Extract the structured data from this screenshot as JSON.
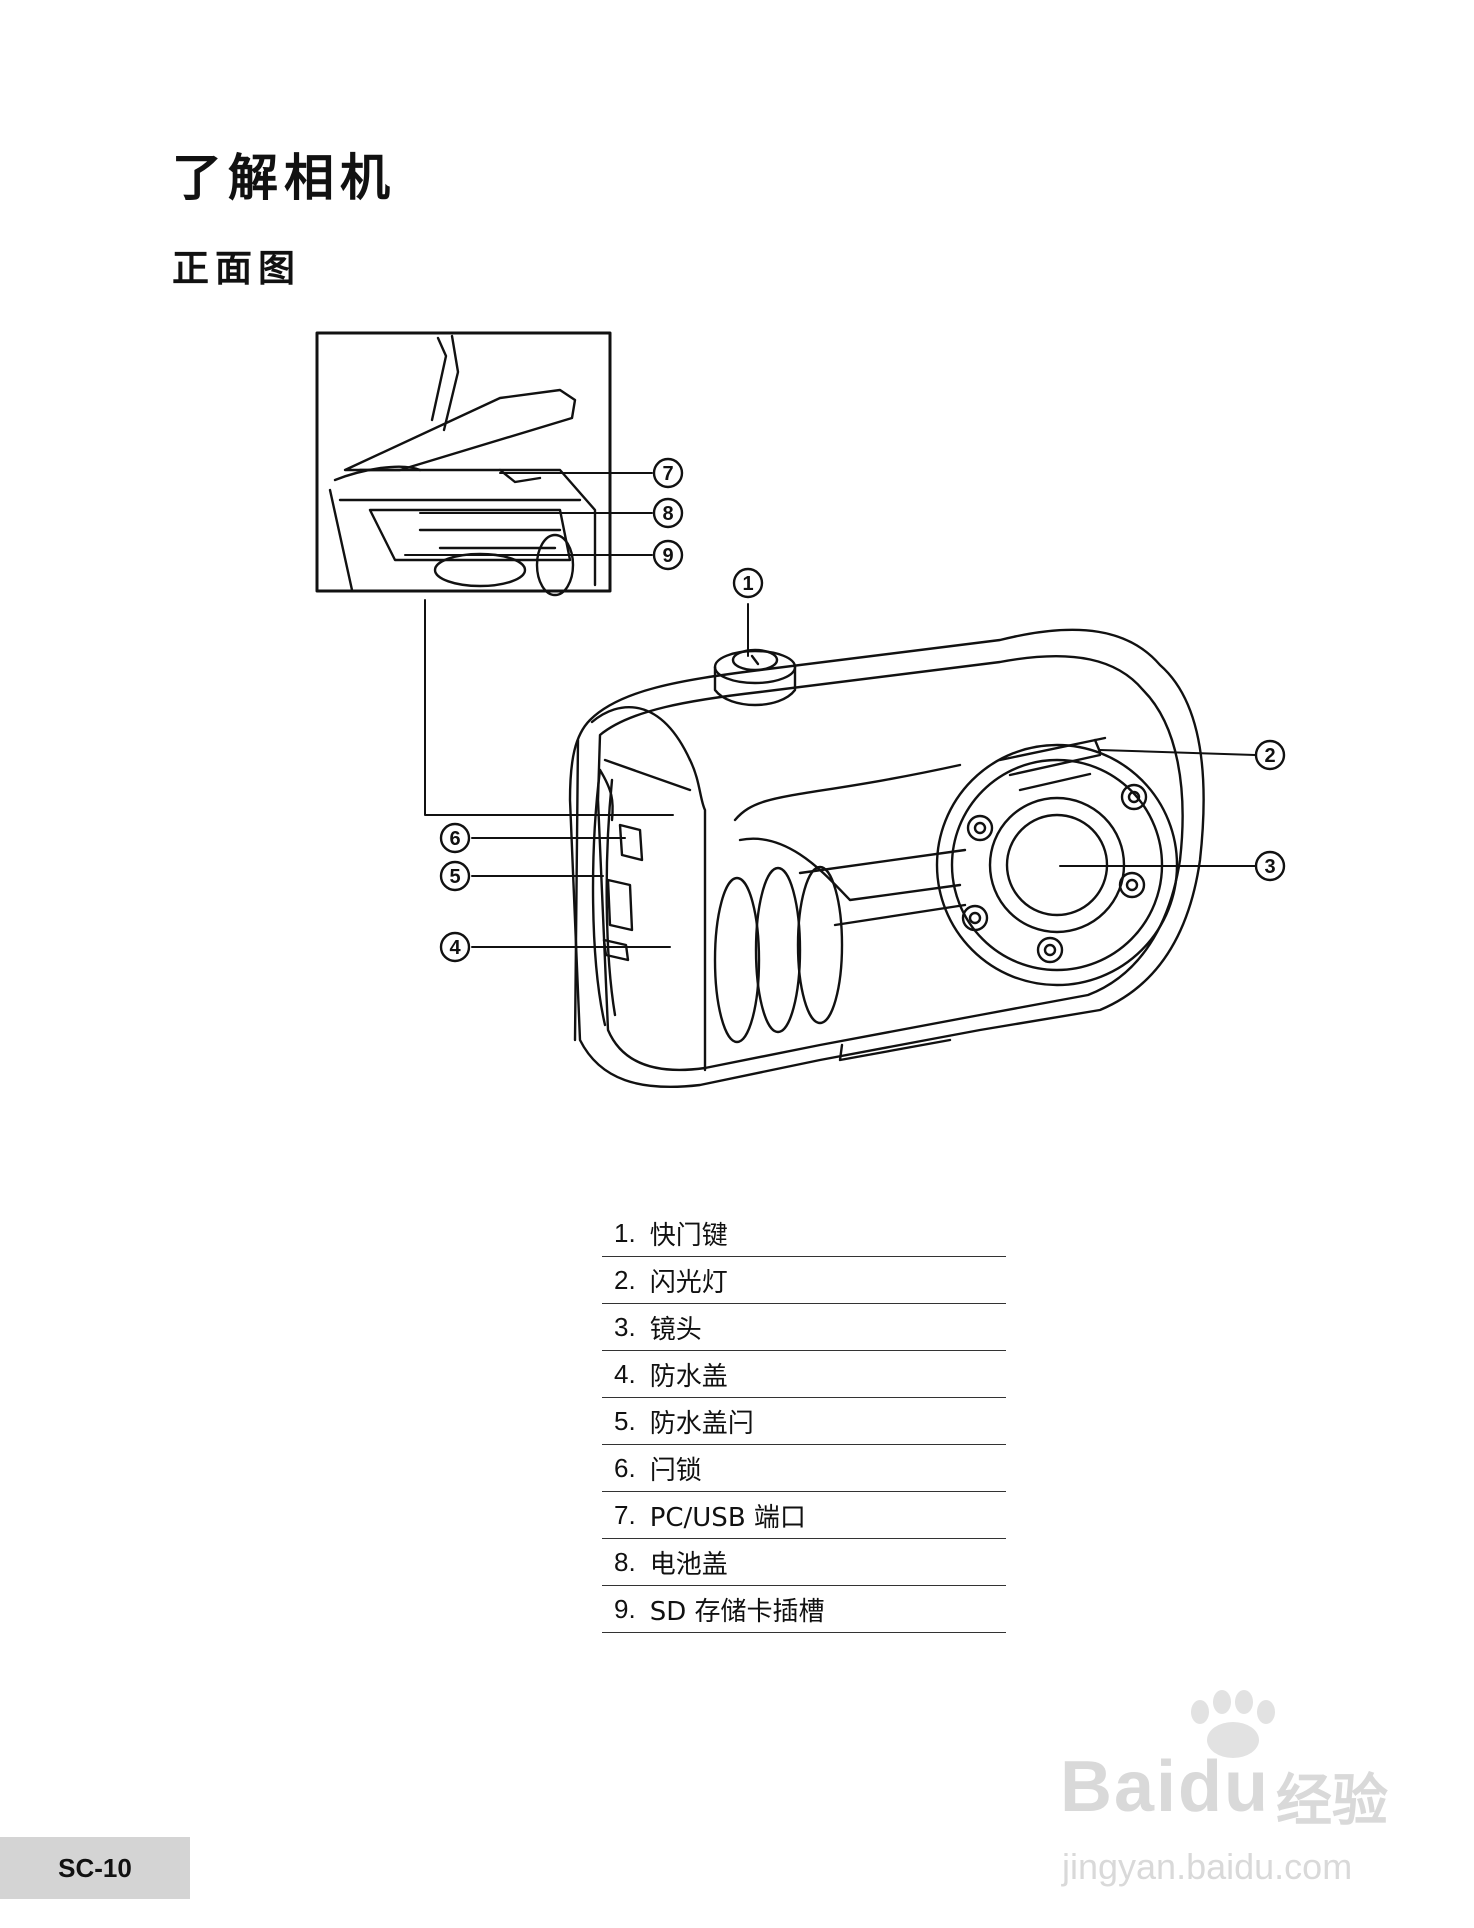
{
  "page": {
    "title": "了解相机",
    "subtitle": "正面图",
    "page_number": "SC-10"
  },
  "callouts": [
    "1",
    "2",
    "3",
    "4",
    "5",
    "6",
    "7",
    "8",
    "9"
  ],
  "parts": [
    {
      "num": "1.",
      "label": "快门键"
    },
    {
      "num": "2.",
      "label": "闪光灯"
    },
    {
      "num": "3.",
      "label": "镜头"
    },
    {
      "num": "4.",
      "label": "防水盖"
    },
    {
      "num": "5.",
      "label": "防水盖闩"
    },
    {
      "num": "6.",
      "label": "闩锁"
    },
    {
      "num": "7.",
      "label": "PC/USB 端口"
    },
    {
      "num": "8.",
      "label": "电池盖"
    },
    {
      "num": "9.",
      "label": "SD 存储卡插槽"
    }
  ],
  "watermark": {
    "brand": "Baidu",
    "brand_cn": "经验",
    "url": "jingyan.baidu.com"
  }
}
